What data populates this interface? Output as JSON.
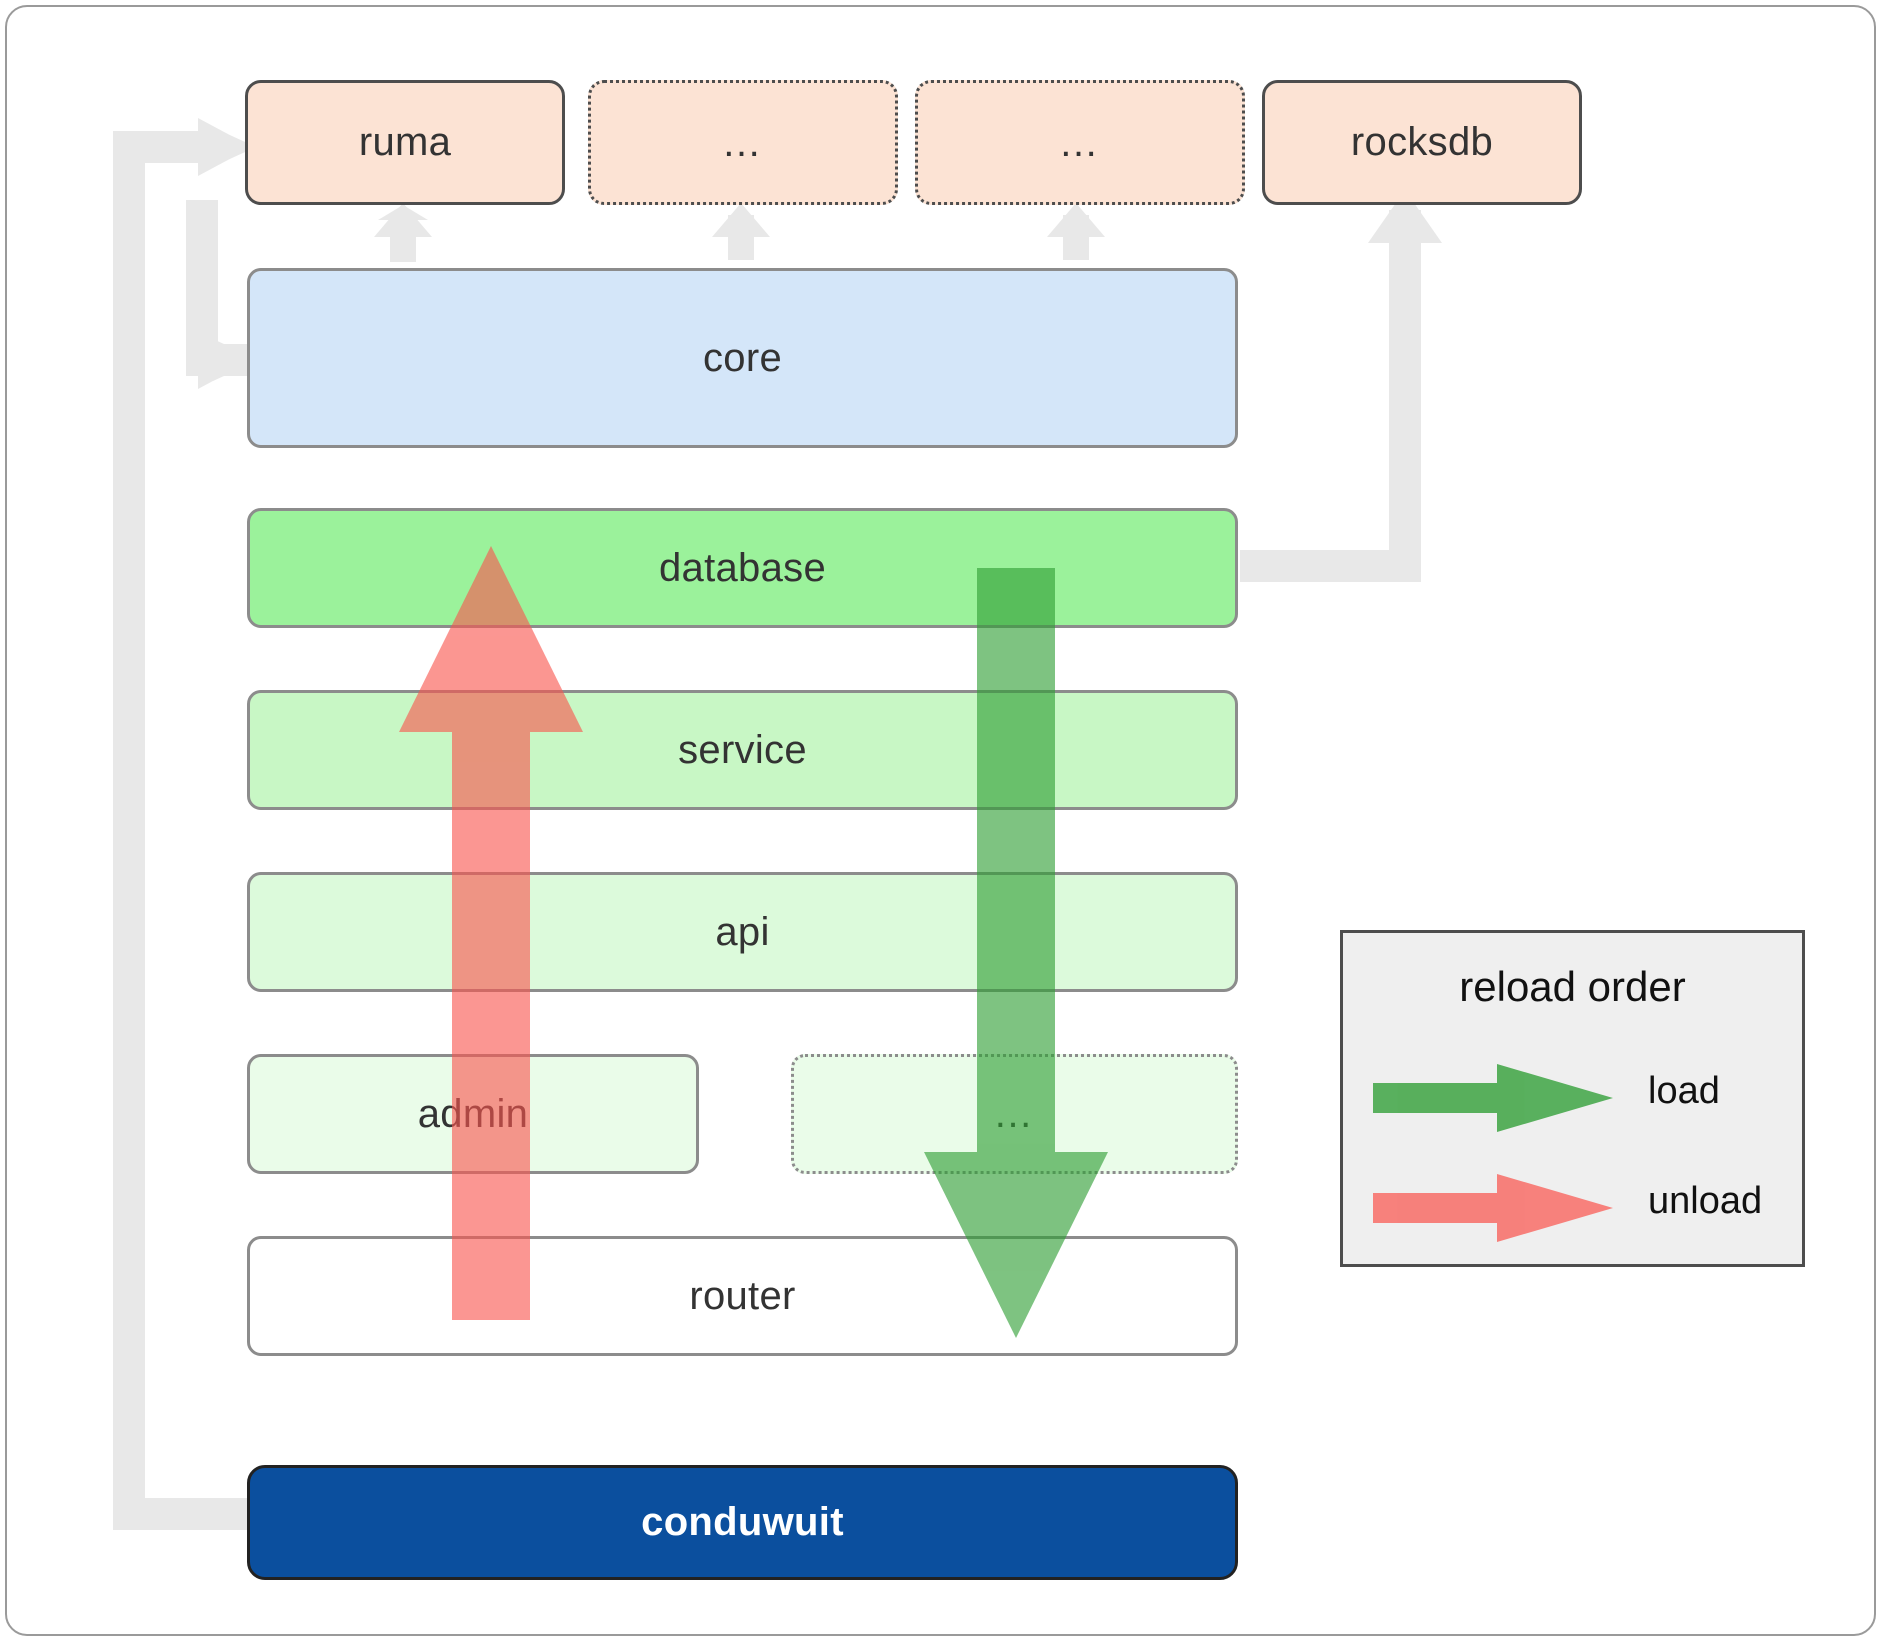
{
  "diagram": {
    "title": "conduwuit crate / reload order architecture",
    "dependencies": [
      {
        "id": "ruma",
        "label": "ruma",
        "style": "solid"
      },
      {
        "id": "dep2",
        "label": "…",
        "style": "dotted"
      },
      {
        "id": "dep3",
        "label": "…",
        "style": "dotted"
      },
      {
        "id": "rocksdb",
        "label": "rocksdb",
        "style": "solid"
      }
    ],
    "layers": [
      {
        "id": "core",
        "label": "core",
        "color": "#d4e6f9",
        "style": "solid"
      },
      {
        "id": "database",
        "label": "database",
        "color": "#9bf29b",
        "style": "solid"
      },
      {
        "id": "service",
        "label": "service",
        "color": "#c8f7c5",
        "style": "solid"
      },
      {
        "id": "api",
        "label": "api",
        "color": "#dcfadb",
        "style": "solid"
      },
      {
        "id": "admin",
        "label": "admin",
        "color": "#eafce9",
        "style": "solid"
      },
      {
        "id": "more",
        "label": "…",
        "color": "#eafce9",
        "style": "dotted"
      },
      {
        "id": "router",
        "label": "router",
        "color": "#ffffff",
        "style": "solid"
      }
    ],
    "binary": {
      "id": "conduwuit",
      "label": "conduwuit",
      "color": "#0b4f9e",
      "text_color": "#ffffff"
    },
    "legend": {
      "title": "reload order",
      "items": [
        {
          "id": "load",
          "label": "load",
          "color": "#4caf50",
          "direction": "down"
        },
        {
          "id": "unload",
          "label": "unload",
          "color": "#f98080",
          "direction": "up"
        }
      ]
    },
    "colors": {
      "dependency_fill": "#fce3d4",
      "dependency_border": "#4d4d4d",
      "core_fill": "#d4e6f9",
      "layer_border": "#8c8c8c",
      "connector": "#e8e8e8",
      "load_arrow": "#4caf50",
      "unload_arrow": "#f98080",
      "frame_border": "#9a9a9a",
      "legend_fill": "#efefef",
      "legend_border": "#4d4d4d"
    }
  }
}
